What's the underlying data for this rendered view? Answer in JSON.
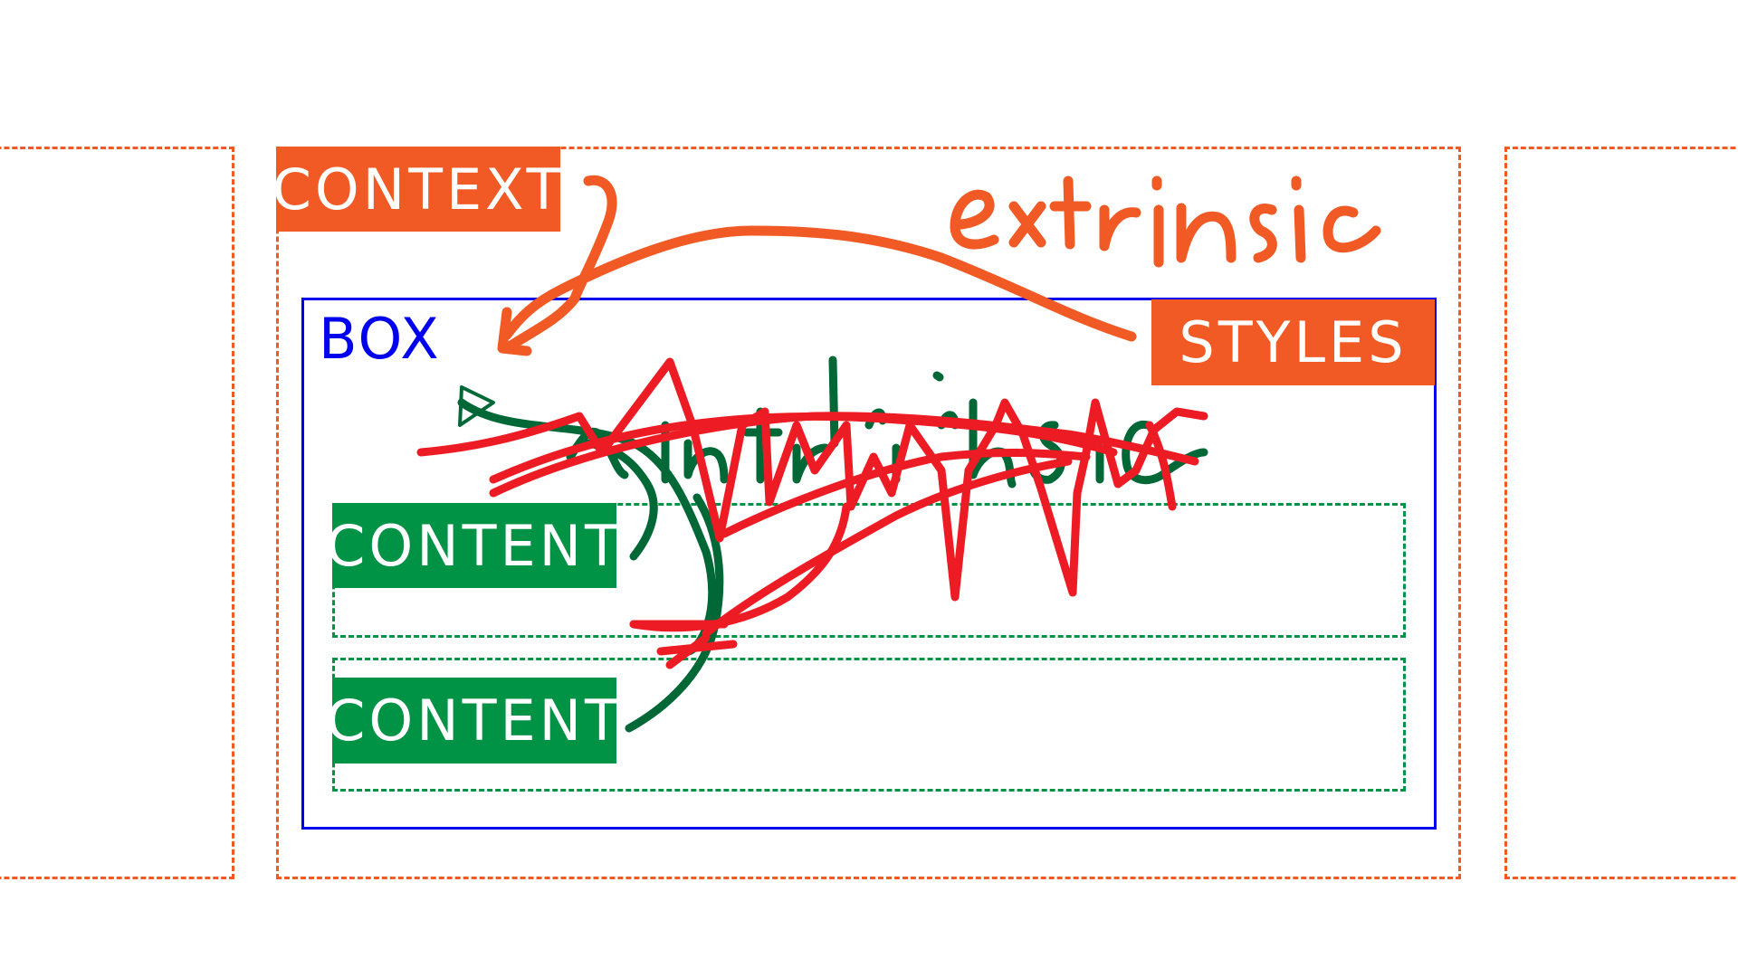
{
  "labels": {
    "context": "CONTEXT",
    "box": "BOX",
    "styles": "STYLES",
    "content_top": "CONTENT",
    "content_bottom": "CONTENT"
  },
  "annotations": {
    "extrinsic": "extrinsic",
    "intrinsic": "intrinsic"
  },
  "colors": {
    "context_orange": "#f15a24",
    "box_blue": "#0000ee",
    "content_green": "#009245",
    "intrinsic_green": "#006837",
    "scribble_red": "#ed1c24",
    "background": "#ffffff"
  }
}
